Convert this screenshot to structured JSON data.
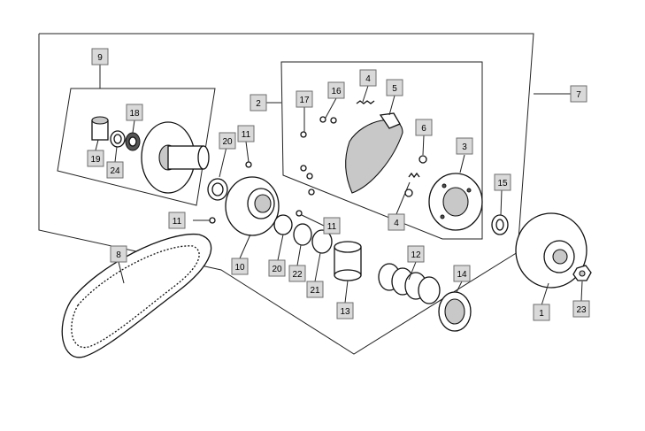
{
  "callouts": [
    {
      "id": "1",
      "label": "1"
    },
    {
      "id": "2",
      "label": "2"
    },
    {
      "id": "3",
      "label": "3"
    },
    {
      "id": "4a",
      "label": "4"
    },
    {
      "id": "4b",
      "label": "4"
    },
    {
      "id": "5",
      "label": "5"
    },
    {
      "id": "6",
      "label": "6"
    },
    {
      "id": "7",
      "label": "7"
    },
    {
      "id": "8",
      "label": "8"
    },
    {
      "id": "9",
      "label": "9"
    },
    {
      "id": "10",
      "label": "10"
    },
    {
      "id": "11a",
      "label": "11"
    },
    {
      "id": "11b",
      "label": "11"
    },
    {
      "id": "11c",
      "label": "11"
    },
    {
      "id": "12",
      "label": "12"
    },
    {
      "id": "13",
      "label": "13"
    },
    {
      "id": "14",
      "label": "14"
    },
    {
      "id": "15",
      "label": "15"
    },
    {
      "id": "16",
      "label": "16"
    },
    {
      "id": "17",
      "label": "17"
    },
    {
      "id": "18",
      "label": "18"
    },
    {
      "id": "19",
      "label": "19"
    },
    {
      "id": "20a",
      "label": "20"
    },
    {
      "id": "20b",
      "label": "20"
    },
    {
      "id": "21",
      "label": "21"
    },
    {
      "id": "22",
      "label": "22"
    },
    {
      "id": "23",
      "label": "23"
    },
    {
      "id": "24",
      "label": "24"
    }
  ]
}
